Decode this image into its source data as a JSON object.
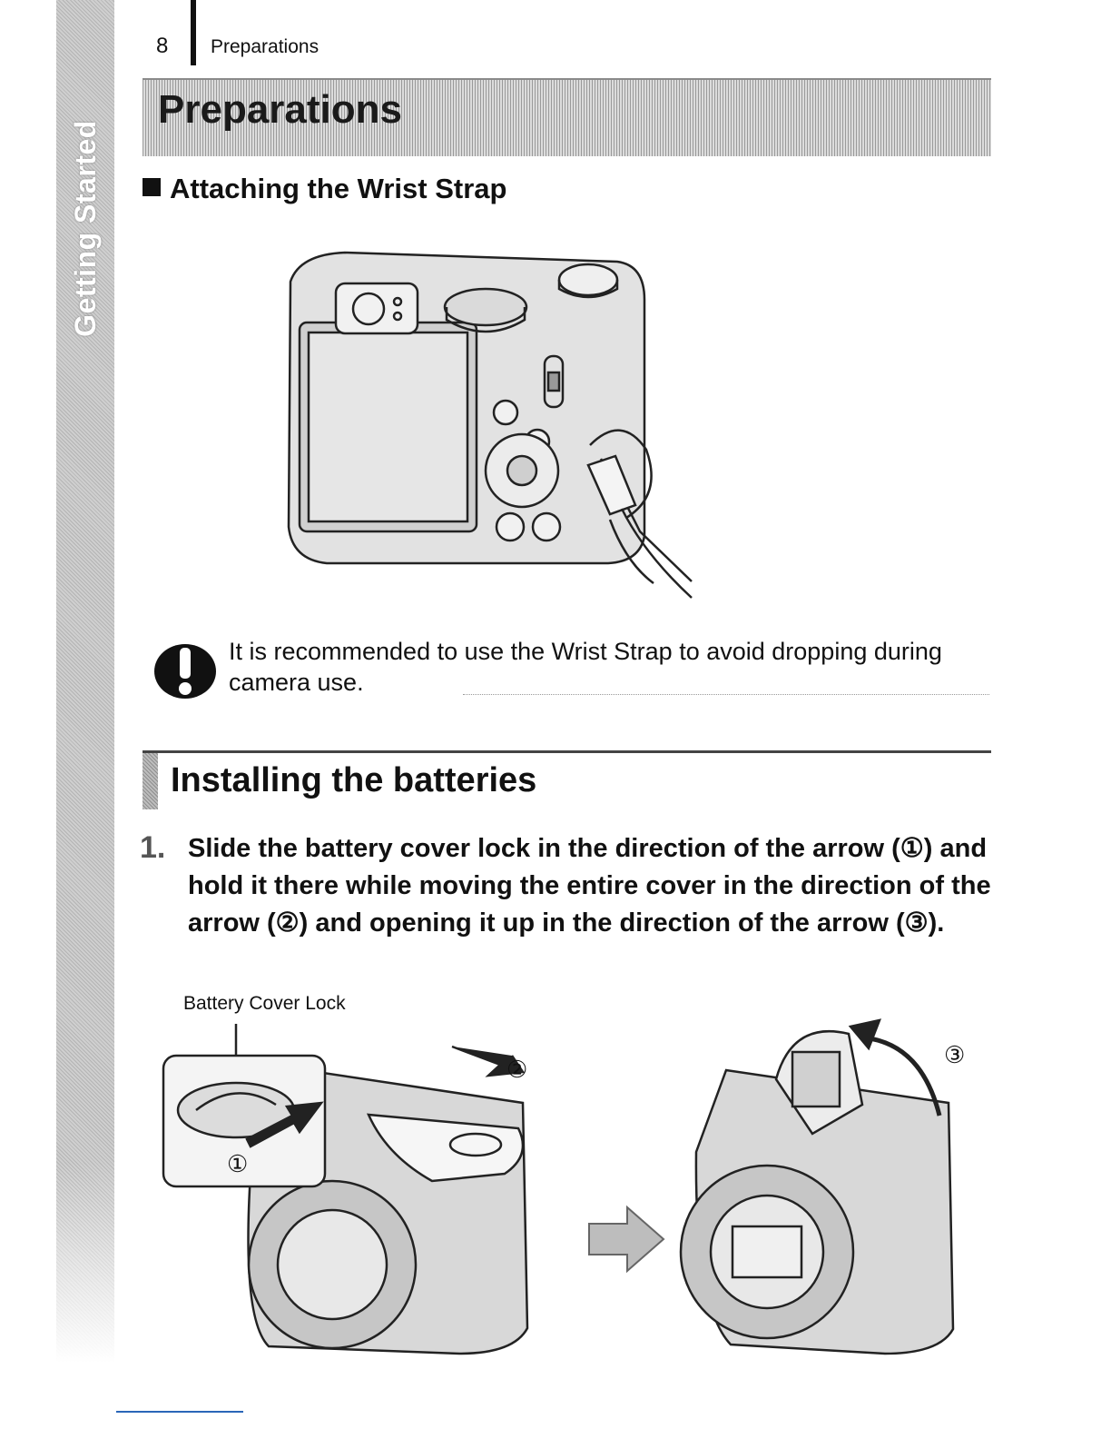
{
  "header": {
    "page_number": "8",
    "section": "Preparations"
  },
  "side_tab": {
    "label": "Getting Started"
  },
  "page_title": "Preparations",
  "subheading": {
    "label": "Attaching the Wrist Strap"
  },
  "caution": {
    "icon": "caution-icon",
    "text": "It is recommended to use the Wrist Strap to avoid dropping during camera use."
  },
  "section": {
    "title": "Installing the batteries"
  },
  "step": {
    "number": "1.",
    "text": "Slide the battery cover lock in the direction of the arrow (①) and hold it there while moving the entire cover in the direction of the arrow (②) and opening it up in the direction of the arrow (③)."
  },
  "figure": {
    "callout": "Battery Cover Lock",
    "markers": [
      "①",
      "②",
      "③"
    ]
  }
}
